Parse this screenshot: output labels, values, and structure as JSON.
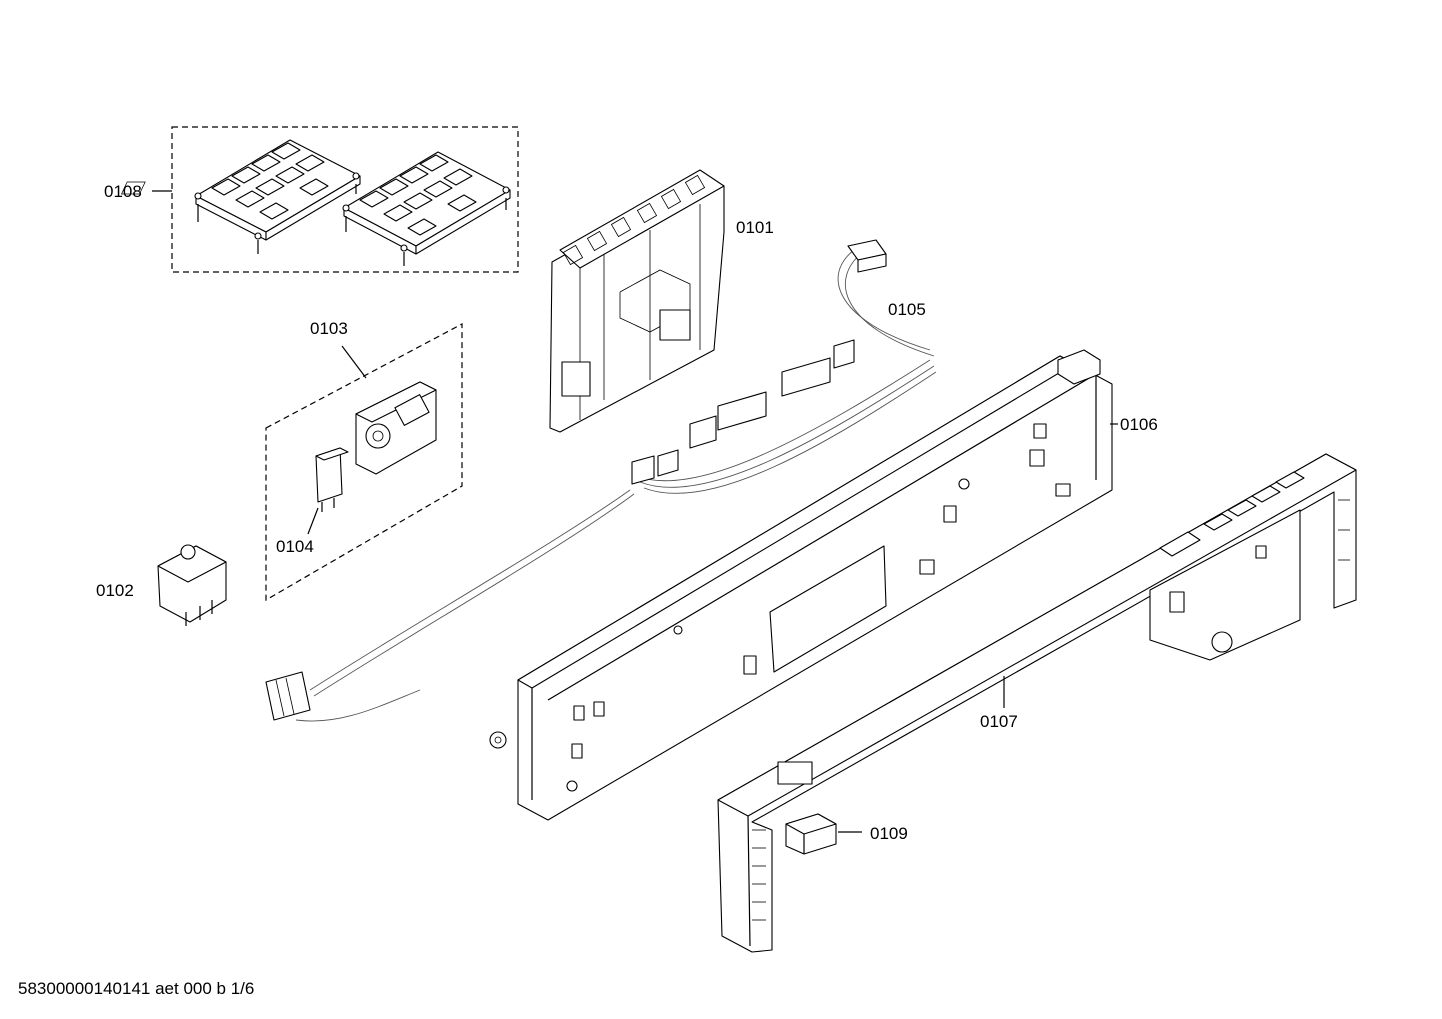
{
  "parts": [
    {
      "id": "0101",
      "icon": "control-module-icon"
    },
    {
      "id": "0102",
      "icon": "switch-icon"
    },
    {
      "id": "0103",
      "icon": "door-lock-assembly-icon"
    },
    {
      "id": "0104",
      "icon": "microswitch-icon"
    },
    {
      "id": "0105",
      "icon": "cable-harness-icon"
    },
    {
      "id": "0106",
      "icon": "control-panel-frame-icon"
    },
    {
      "id": "0107",
      "icon": "fascia-panel-icon"
    },
    {
      "id": "0108",
      "icon": "keypad-mat-icon"
    },
    {
      "id": "0109",
      "icon": "clip-icon"
    }
  ],
  "footer": "58300000140141 aet 000 b 1/6"
}
